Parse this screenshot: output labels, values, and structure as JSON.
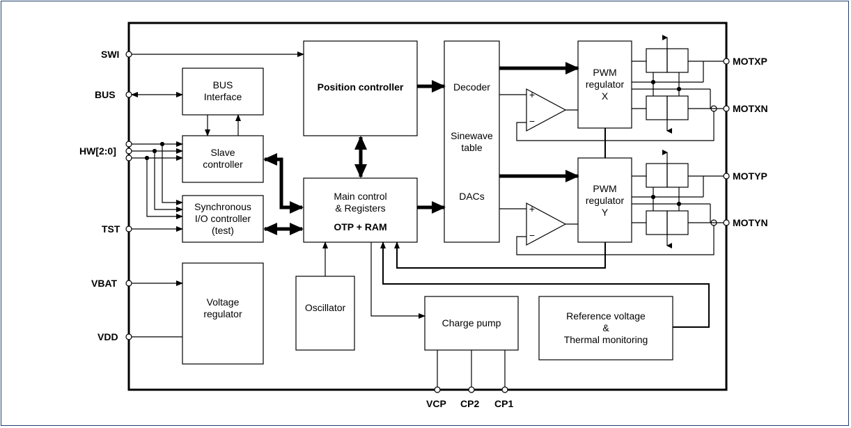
{
  "pins": {
    "swi": "SWI",
    "bus": "BUS",
    "hw": "HW[2:0]",
    "tst": "TST",
    "vbat": "VBAT",
    "vdd": "VDD",
    "motxp": "MOTXP",
    "motxn": "MOTXN",
    "motyp": "MOTYP",
    "motyn": "MOTYN",
    "vcp": "VCP",
    "cp2": "CP2",
    "cp1": "CP1"
  },
  "blocks": {
    "bus_interface": "BUS\nInterface",
    "slave_controller": "Slave\ncontroller",
    "sync_io": "Synchronous\nI/O controller\n(test)",
    "voltage_regulator": "Voltage\nregulator",
    "position_controller": "Position controller",
    "main_control": "Main control\n& Registers",
    "otp_ram": "OTP + RAM",
    "oscillator": "Oscillator",
    "decoder": "Decoder",
    "sinewave_table": "Sinewave\ntable",
    "dacs": "DACs",
    "pwm_x": "PWM\nregulator\nX",
    "pwm_y": "PWM\nregulator\nY",
    "charge_pump": "Charge pump",
    "reference_thermal": "Reference voltage\n&\nThermal monitoring"
  },
  "amp_signs": {
    "plus": "+",
    "minus": "−"
  }
}
